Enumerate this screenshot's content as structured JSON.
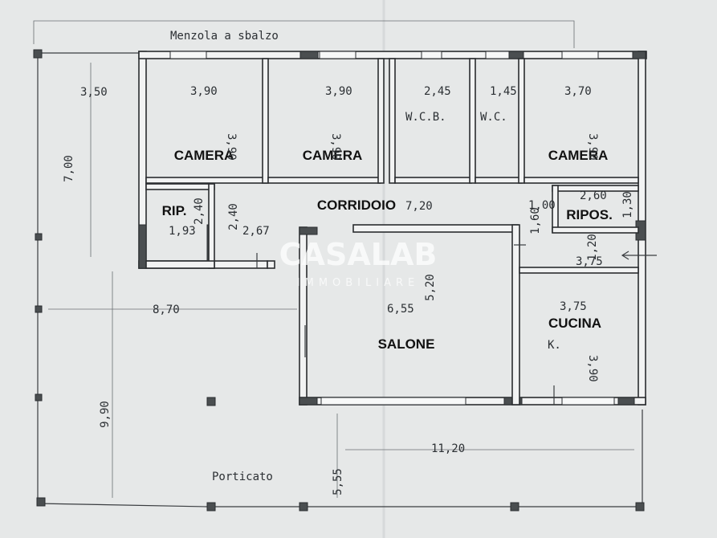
{
  "header": {
    "cantilever_label": "Menzola a sbalzo"
  },
  "rooms": {
    "camera1": {
      "name": "CAMERA",
      "width": "3,90",
      "depth": "3,90"
    },
    "camera2": {
      "name": "CAMERA",
      "width": "3,90",
      "depth": "3,90"
    },
    "wcb": {
      "name": "W.C.B.",
      "width": "2,45"
    },
    "wc": {
      "name": "W.C.",
      "width": "1,45"
    },
    "camera3": {
      "name": "CAMERA",
      "width": "3,70",
      "depth": "3,90"
    },
    "rip": {
      "name": "RIP.",
      "width": "1,93",
      "depth": "2,40"
    },
    "corridoio": {
      "name": "CORRIDOIO",
      "length": "7,20",
      "width": "2,67",
      "depth": "2,40",
      "extra": "1,60"
    },
    "ripos": {
      "name": "RIPOS.",
      "width": "2,60",
      "depth": "1,30",
      "side": "1,00"
    },
    "hall": {
      "depth": "1,20",
      "width": "3,75"
    },
    "salone": {
      "name": "SALONE",
      "width": "6,55",
      "depth": "5,20"
    },
    "cucina": {
      "name": "CUCINA",
      "mark": "K.",
      "width": "3,75",
      "depth": "3,90"
    }
  },
  "outdoor": {
    "porticato_label": "Porticato",
    "dim_350": "3,50",
    "dim_700": "7,00",
    "dim_870": "8,70",
    "dim_990": "9,90",
    "dim_1120": "11,20",
    "dim_555": "5,55"
  },
  "watermark": {
    "brand": "CASALAB",
    "sub": "IMMOBILIARE"
  }
}
